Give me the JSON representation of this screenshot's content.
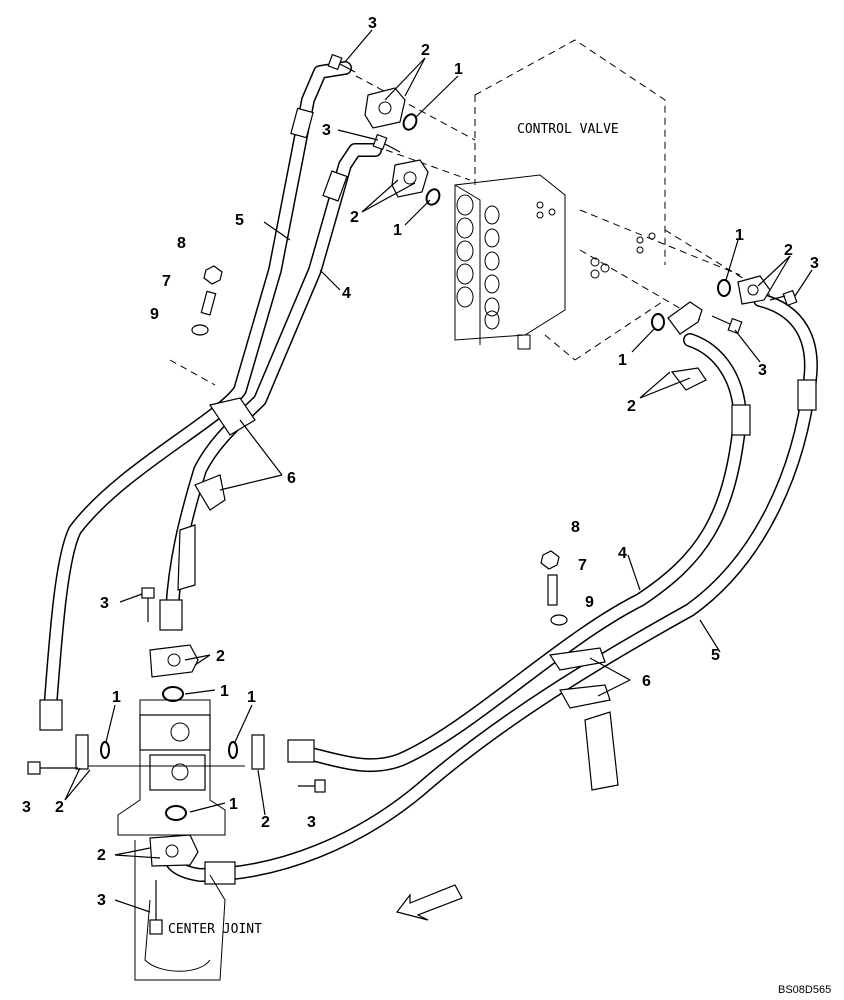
{
  "captions": {
    "control_valve": "CONTROL VALVE",
    "center_joint": "CENTER JOINT",
    "drawing_code": "BS08D565"
  },
  "callouts": {
    "c1a": "1",
    "c1b": "1",
    "c1c": "1",
    "c1d": "1",
    "c1e": "1",
    "c1f": "1",
    "c1g": "1",
    "c1h": "1",
    "c2a": "2",
    "c2b": "2",
    "c2c": "2",
    "c2d": "2",
    "c2e": "2",
    "c2f": "2",
    "c2g": "2",
    "c2h": "2",
    "c3a": "3",
    "c3b": "3",
    "c3c": "3",
    "c3d": "3",
    "c3e": "3",
    "c3f": "3",
    "c3g": "3",
    "c3h": "3",
    "c4a": "4",
    "c4b": "4",
    "c5a": "5",
    "c5b": "5",
    "c6a": "6",
    "c6b": "6",
    "c7a": "7",
    "c7b": "7",
    "c8a": "8",
    "c8b": "8",
    "c9a": "9",
    "c9b": "9"
  }
}
